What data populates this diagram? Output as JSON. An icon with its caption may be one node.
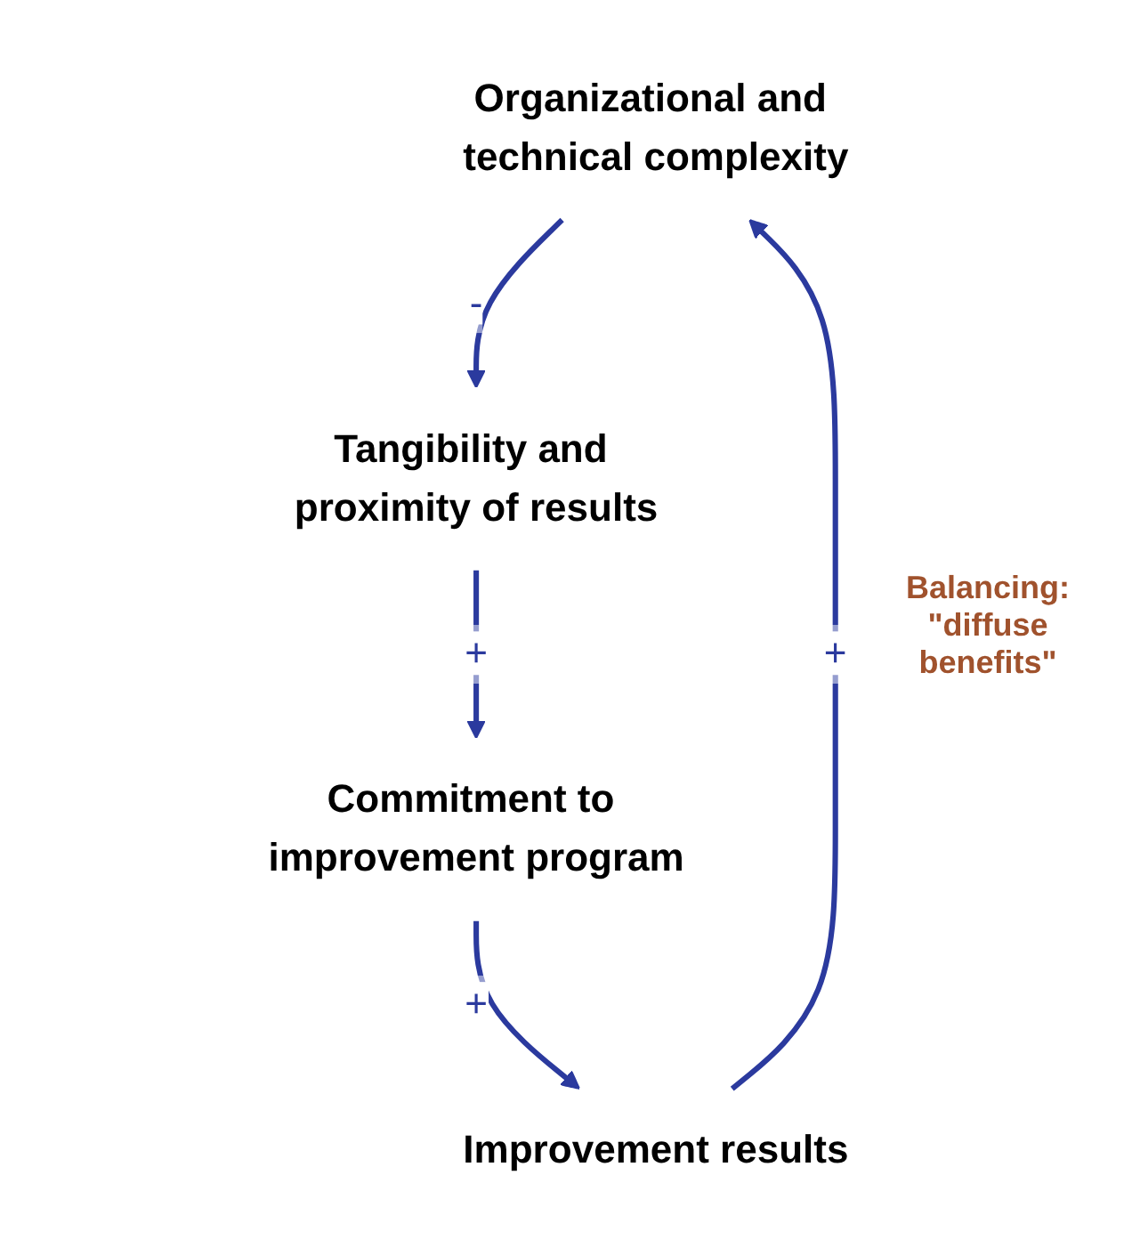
{
  "diagram": {
    "nodes": [
      {
        "text": [
          "Organizational and technical complexity"
        ]
      },
      {
        "text": [
          "Tangibility and proximity of results"
        ]
      },
      {
        "text": [
          "Commitment to improvement program"
        ]
      },
      {
        "text": [
          "Improvement results"
        ]
      }
    ],
    "edges": [
      {
        "from": 0,
        "to": 1,
        "arrow": "to",
        "label": "-"
      },
      {
        "from": 1,
        "to": 2,
        "arrow": "to",
        "label": "+"
      },
      {
        "from": 2,
        "to": 3,
        "arrow": "to",
        "label": "+"
      },
      {
        "from": 3,
        "to": 0,
        "arrow": "to",
        "label": "+"
      }
    ],
    "labels": [
      "Balancing: \"diffuse benefits\""
    ]
  }
}
